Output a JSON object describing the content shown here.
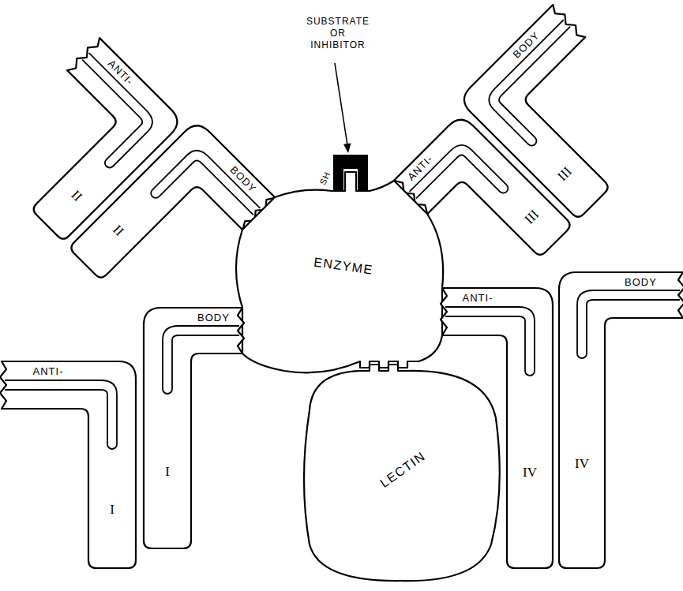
{
  "diagram": {
    "nodes": [
      {
        "text": [
          "ANTI-",
          "II"
        ]
      },
      {
        "text": [
          "BODY",
          "II"
        ]
      },
      {
        "text": [
          "ANTI-",
          "III"
        ]
      },
      {
        "text": [
          "BODY",
          "III"
        ]
      },
      {
        "text": [
          "ENZYME"
        ]
      },
      {
        "text": [
          "ANTI-",
          "IV"
        ]
      },
      {
        "text": [
          "BODY",
          "IV"
        ]
      },
      {
        "text": [
          "ANTI-",
          "I"
        ]
      },
      {
        "text": [
          "BODY",
          "I"
        ]
      },
      {
        "text": [
          "LECTIN"
        ]
      }
    ],
    "labels": [
      "SUBSTRATE OR INHIBITOR",
      "SH"
    ]
  }
}
